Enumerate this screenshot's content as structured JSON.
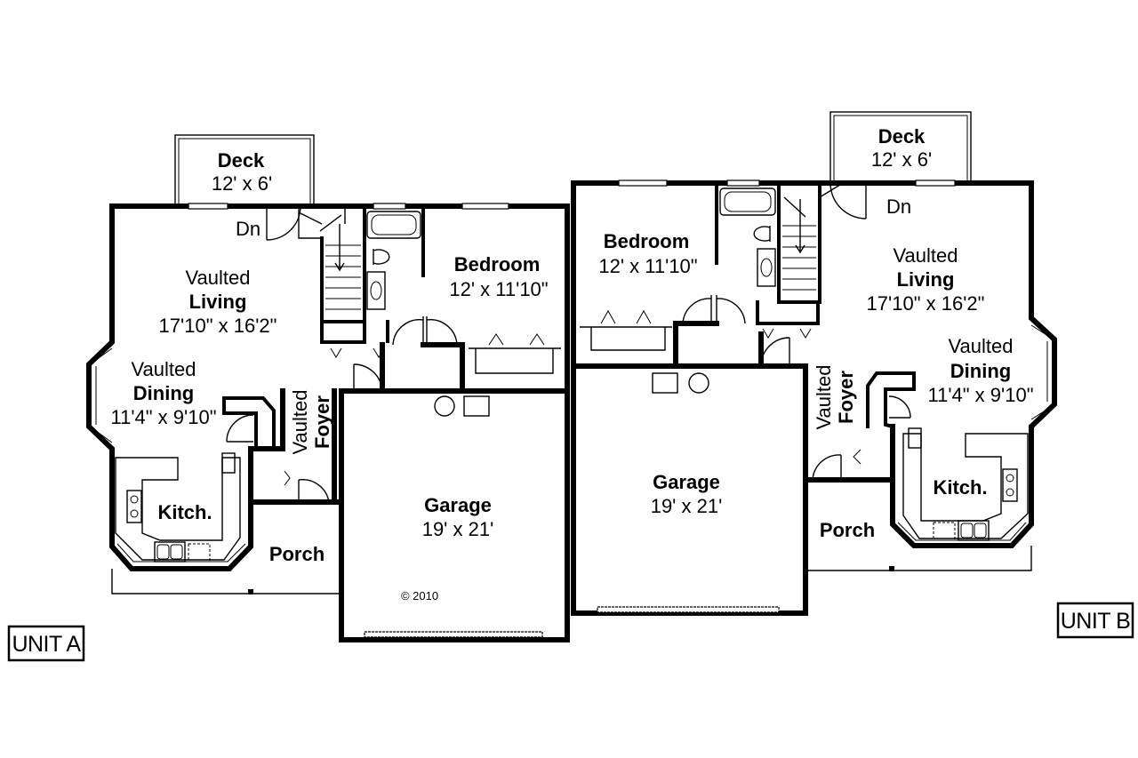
{
  "unit_a": {
    "label": "UNIT A",
    "deck": {
      "name": "Deck",
      "size": "12' x 6'"
    },
    "dn": "Dn",
    "living": {
      "prefix": "Vaulted",
      "name": "Living",
      "size": "17'10\" x 16'2\""
    },
    "dining": {
      "prefix": "Vaulted",
      "name": "Dining",
      "size": "11'4\" x 9'10\""
    },
    "kitchen": {
      "name": "Kitch."
    },
    "foyer": {
      "prefix": "Vaulted",
      "name": "Foyer"
    },
    "porch": {
      "name": "Porch"
    },
    "bedroom": {
      "name": "Bedroom",
      "size": "12' x 11'10\""
    },
    "garage": {
      "name": "Garage",
      "size": "19' x 21'"
    }
  },
  "unit_b": {
    "label": "UNIT B",
    "deck": {
      "name": "Deck",
      "size": "12' x 6'"
    },
    "dn": "Dn",
    "living": {
      "prefix": "Vaulted",
      "name": "Living",
      "size": "17'10\" x 16'2\""
    },
    "dining": {
      "prefix": "Vaulted",
      "name": "Dining",
      "size": "11'4\" x 9'10\""
    },
    "kitchen": {
      "name": "Kitch."
    },
    "foyer": {
      "prefix": "Vaulted",
      "name": "Foyer"
    },
    "porch": {
      "name": "Porch"
    },
    "bedroom": {
      "name": "Bedroom",
      "size": "12' x 11'10\""
    },
    "garage": {
      "name": "Garage",
      "size": "19' x 21'"
    }
  },
  "copyright": "© 2010"
}
